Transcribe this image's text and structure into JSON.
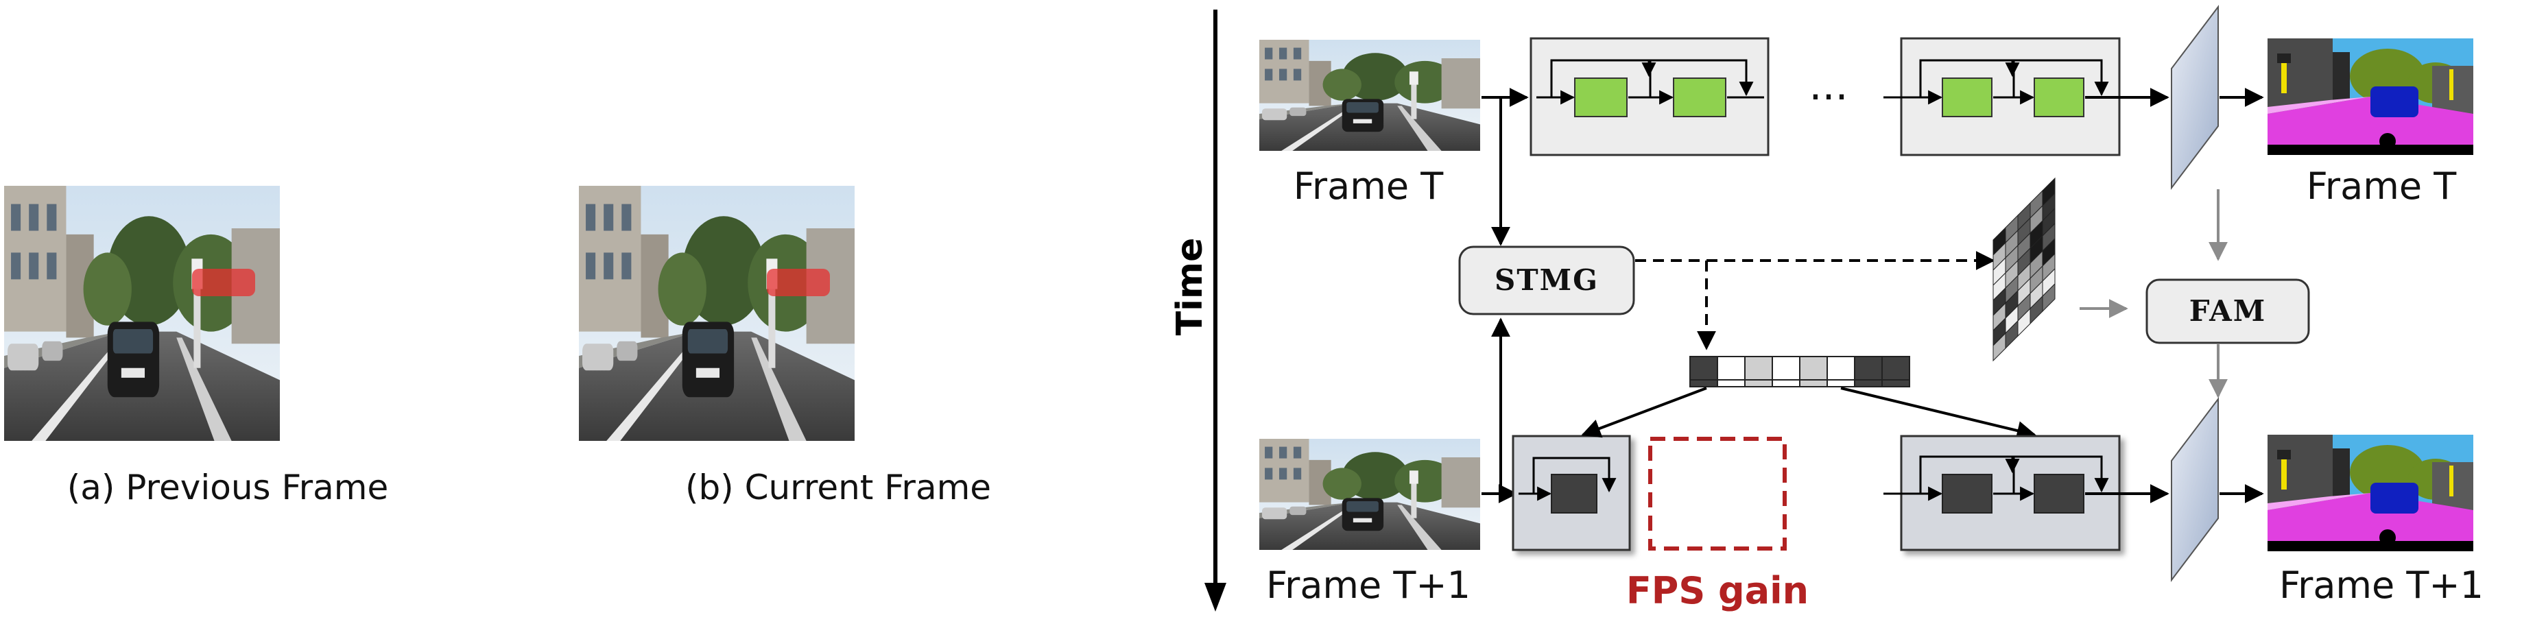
{
  "panel_a": {
    "caption": "(a) Previous Frame"
  },
  "panel_b": {
    "caption": "(b) Current Frame"
  },
  "diagram": {
    "time_label": "Time",
    "frame_t_label": "Frame T",
    "frame_t1_label": "Frame T+1",
    "output_t_label": "Frame T",
    "output_t1_label": "Frame T+1",
    "stmg_label": "STMG",
    "fam_label": "FAM",
    "fps_label": "FPS gain",
    "ellipsis": "···"
  },
  "colors": {
    "active_block": "#8fd14f",
    "skipped_block": "#404040",
    "stage_fill": "#ededed",
    "stage_fill_t1": "#d5d8de",
    "feature_plane": "#b9c4d8",
    "fps_accent": "#b22222",
    "module_fill": "#ededed",
    "mask_road": "#e040e0",
    "mask_sky": "#4fb3e8",
    "mask_car": "#1020c0"
  },
  "icons": [
    "time-arrow",
    "data-flow-arrow",
    "feature-map",
    "attention-matrix",
    "block-mask-vector",
    "segmentation-mask"
  ]
}
